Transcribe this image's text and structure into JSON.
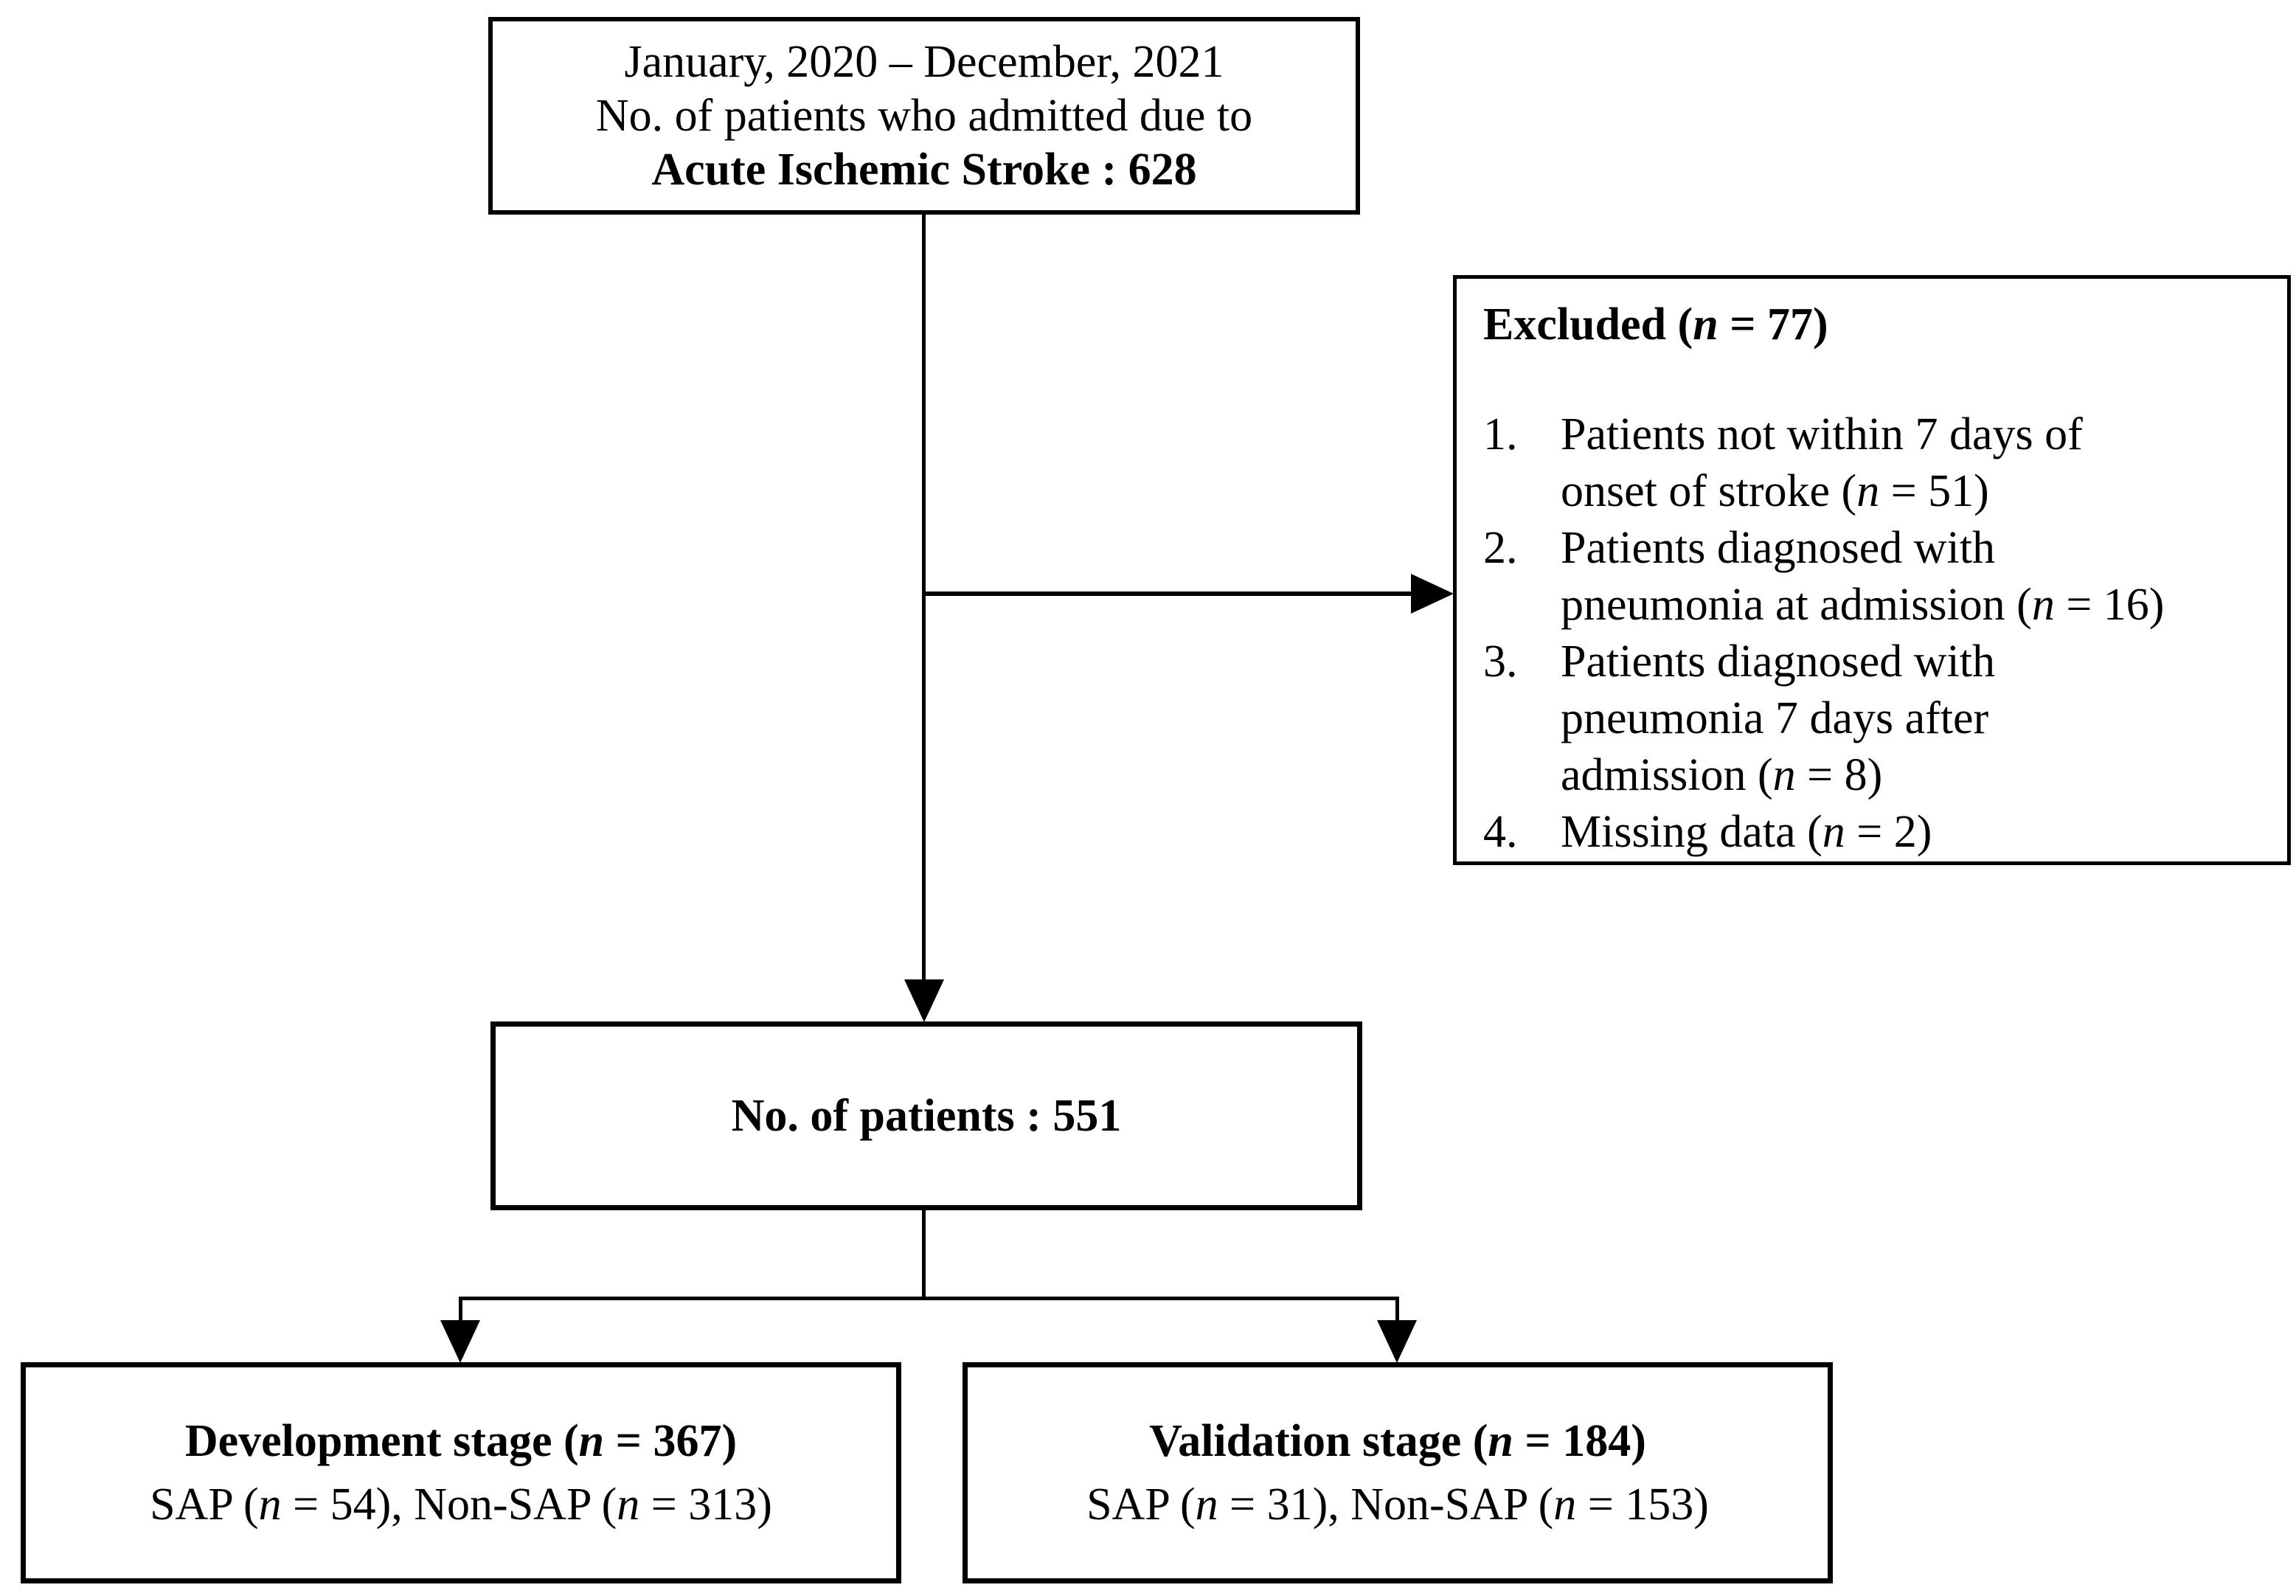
{
  "colors": {
    "background": "#ffffff",
    "ink": "#000000"
  },
  "icons": {
    "arrowhead_down": "css-triangle-down",
    "arrowhead_right": "css-triangle-right"
  },
  "admission_box": {
    "line1": "January, 2020 – December, 2021",
    "line2": "No. of patients who admitted due to",
    "line3": "Acute Ischemic Stroke : 628"
  },
  "excluded": {
    "title": "Excluded (n = 77)",
    "items": [
      {
        "num": "1.",
        "lines": [
          "Patients not within 7 days of",
          "onset of stroke (n = 51)"
        ]
      },
      {
        "num": "2.",
        "lines": [
          "Patients diagnosed with",
          "pneumonia at admission (n = 16)"
        ]
      },
      {
        "num": "3.",
        "lines": [
          "Patients diagnosed with",
          "pneumonia 7 days after",
          "admission (n = 8)"
        ]
      },
      {
        "num": "4.",
        "lines": [
          "Missing data (n = 2)"
        ]
      }
    ]
  },
  "included_box": {
    "text": "No. of patients : 551"
  },
  "development_box": {
    "line1": "Development stage (n = 367)",
    "line2": "SAP (n = 54), Non-SAP (n = 313)"
  },
  "validation_box": {
    "line1": "Validation stage (n = 184)",
    "line2": "SAP (n = 31), Non-SAP (n = 153)"
  }
}
